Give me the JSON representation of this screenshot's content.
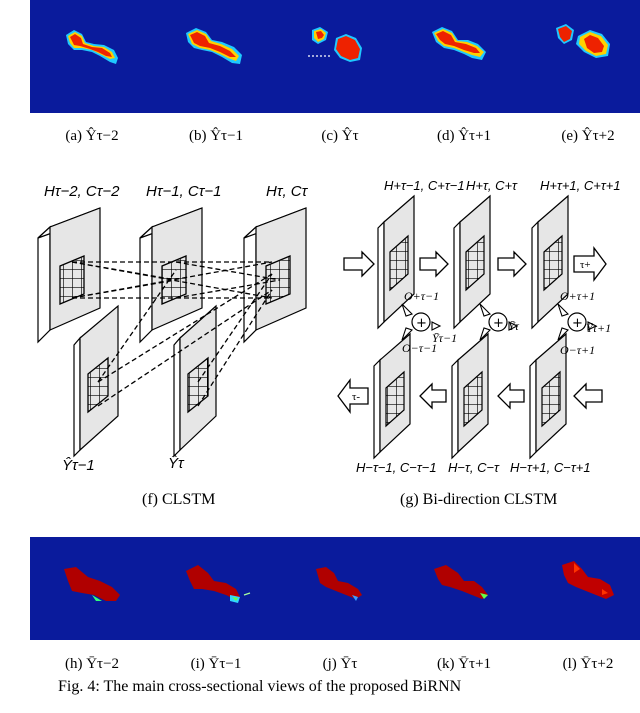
{
  "top_row": {
    "captions": [
      "(a) Ŷτ−2",
      "(b) Ŷτ−1",
      "(c) Ŷτ",
      "(d) Ŷτ+1",
      "(e) Ŷτ+2"
    ]
  },
  "diagram_f": {
    "caption": "(f) CLSTM",
    "state_labels": [
      "Hτ−2, Cτ−2",
      "Hτ−1, Cτ−1",
      "Hτ, Cτ"
    ],
    "input_labels": [
      "Ŷτ−1",
      "Ŷτ"
    ]
  },
  "diagram_g": {
    "caption": "(g) Bi-direction CLSTM",
    "forward_labels": [
      "H+τ−1, C+τ−1",
      "H+τ, C+τ",
      "H+τ+1, C+τ+1"
    ],
    "backward_labels": [
      "H−τ−1, C−τ−1",
      "H−τ, C−τ",
      "H−τ+1, C−τ+1"
    ],
    "forward_out_labels": [
      "O+τ−1",
      "O+τ+1"
    ],
    "backward_out_labels": [
      "O−τ−1",
      "O−τ+1"
    ],
    "ybar_labels": [
      "Ȳτ−1",
      "Ȳτ",
      "Ȳτ+1"
    ],
    "direction_forward": "τ+",
    "direction_backward": "τ-"
  },
  "bottom_row": {
    "captions": [
      "(h) Ȳτ−2",
      "(i) Ȳτ−1",
      "(j) Ȳτ",
      "(k) Ȳτ+1",
      "(l) Ȳτ+2"
    ]
  },
  "figure_caption": "Fig. 4: The main cross-sectional views of the proposed BiRNN"
}
